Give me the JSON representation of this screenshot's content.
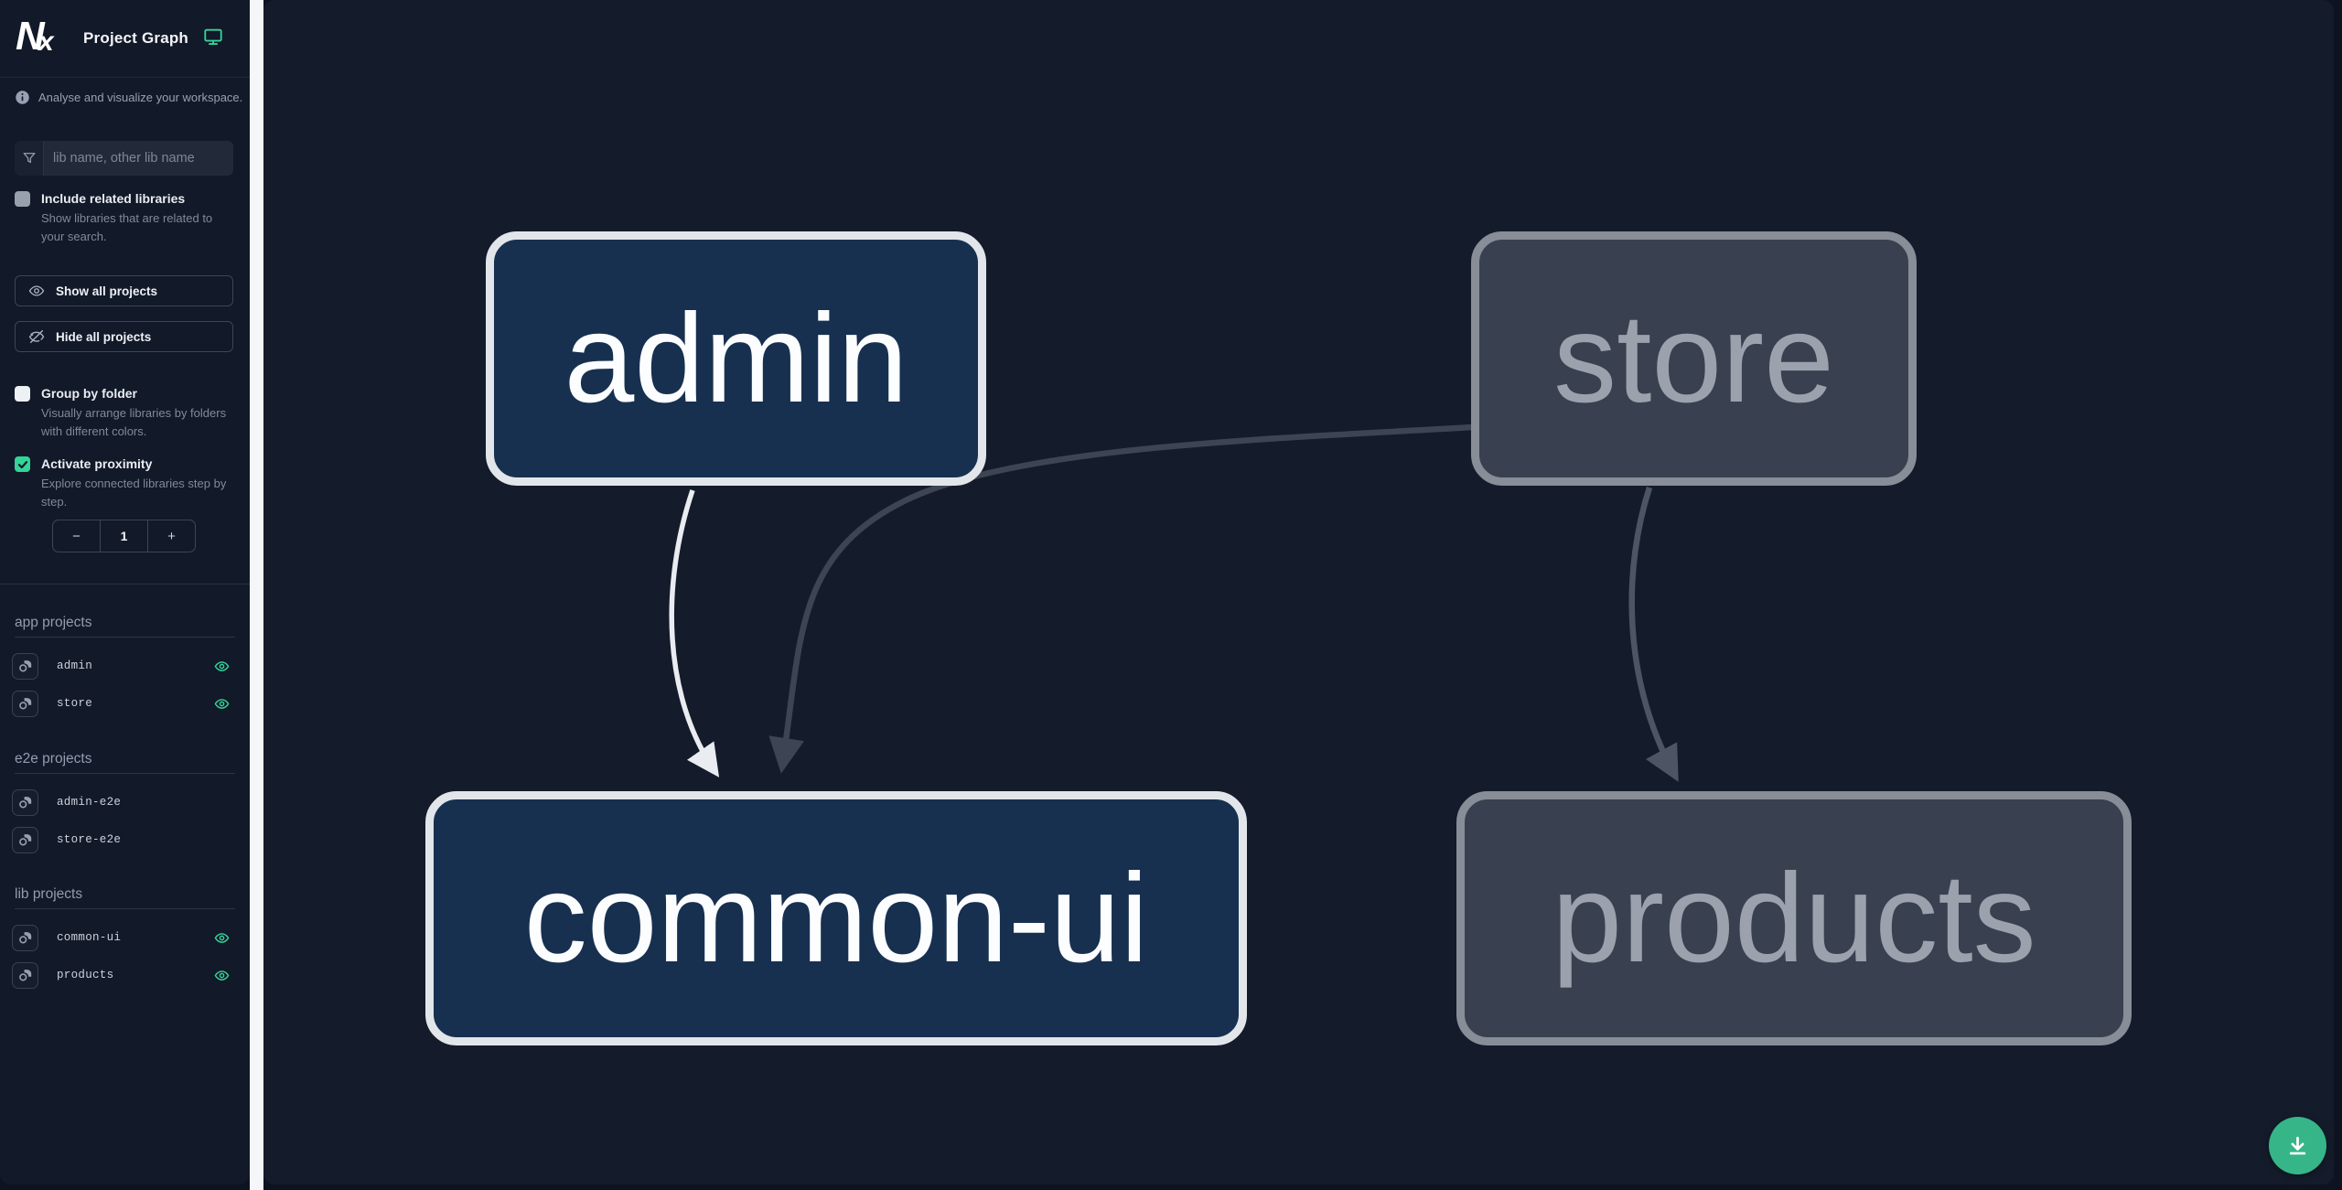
{
  "colors": {
    "accent": "#34d399",
    "sidebar_bg": "#121928",
    "canvas_bg": "#141b2b",
    "focused_node_fill": "#173050",
    "focused_node_border": "#e2e6ea",
    "dimmed_node_fill": "#394150",
    "dimmed_node_border": "#878e98",
    "highlight_edge": "#e9ecf0",
    "dimmed_edge": "#3d4554",
    "fab_bg": "#36b588",
    "divider_strip": "#f4f6f9"
  },
  "sidebar": {
    "logo_n": "N",
    "logo_x": "x",
    "title": "Project Graph",
    "subtitle": "Analyse and visualize your workspace.",
    "search_placeholder": "lib name, other lib name",
    "include_related": {
      "label": "Include related libraries",
      "description": "Show libraries that are related to your search.",
      "checked": false
    },
    "show_all_label": "Show all projects",
    "hide_all_label": "Hide all projects",
    "group_by_folder": {
      "label": "Group by folder",
      "description": "Visually arrange libraries by folders with different colors.",
      "checked": false
    },
    "proximity": {
      "label": "Activate proximity",
      "description": "Explore connected libraries step by step.",
      "checked": true,
      "decrement": "−",
      "value": "1",
      "increment": "+"
    },
    "sections": [
      {
        "heading": "app projects",
        "items": [
          {
            "name": "admin",
            "visible": true
          },
          {
            "name": "store",
            "visible": true
          }
        ]
      },
      {
        "heading": "e2e projects",
        "items": [
          {
            "name": "admin-e2e",
            "visible": false
          },
          {
            "name": "store-e2e",
            "visible": false
          }
        ]
      },
      {
        "heading": "lib projects",
        "items": [
          {
            "name": "common-ui",
            "visible": true
          },
          {
            "name": "products",
            "visible": true
          }
        ]
      }
    ]
  },
  "graph": {
    "nodes": [
      {
        "id": "admin",
        "label": "admin",
        "type": "app",
        "state": "focused"
      },
      {
        "id": "store",
        "label": "store",
        "type": "app",
        "state": "dimmed"
      },
      {
        "id": "common-ui",
        "label": "common-ui",
        "type": "lib",
        "state": "focused"
      },
      {
        "id": "products",
        "label": "products",
        "type": "lib",
        "state": "dimmed"
      }
    ],
    "edges": [
      {
        "source": "admin",
        "target": "common-ui",
        "state": "highlighted"
      },
      {
        "source": "store",
        "target": "common-ui",
        "state": "dimmed"
      },
      {
        "source": "store",
        "target": "products",
        "state": "dimmed"
      }
    ]
  }
}
